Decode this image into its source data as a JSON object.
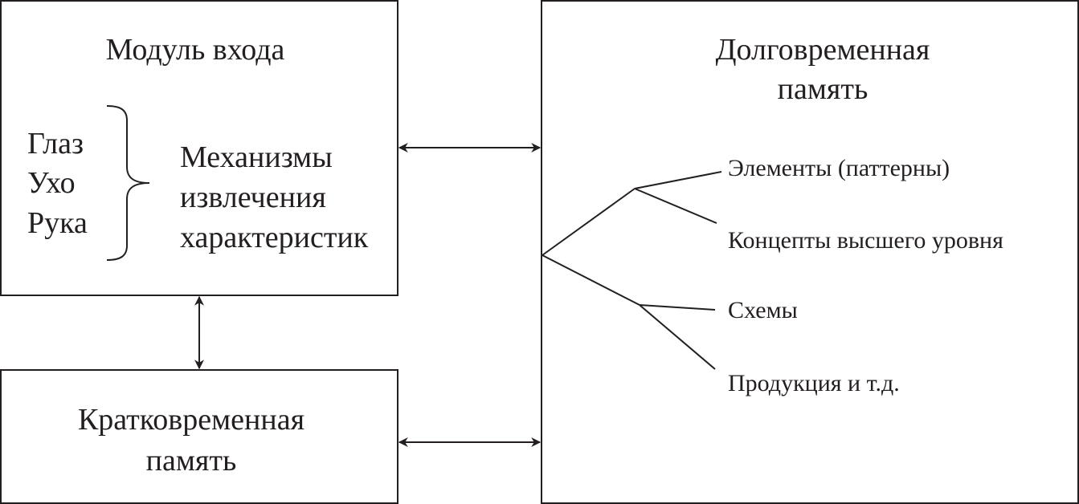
{
  "input_module": {
    "title": "Модуль входа",
    "senses": [
      "Глаз",
      "Ухо",
      "Рука"
    ],
    "mechanisms": [
      "Механизмы",
      "извлечения",
      "характеристик"
    ]
  },
  "short_term_memory": {
    "title_lines": [
      "Кратковременная",
      "память"
    ]
  },
  "long_term_memory": {
    "title_lines": [
      "Долговременная",
      "память"
    ],
    "items": [
      "Элементы (паттерны)",
      "Концепты высшего уровня",
      "Схемы",
      "Продукция и т.д."
    ]
  },
  "colors": {
    "ink": "#231f20",
    "background": "#ffffff"
  },
  "icons": {
    "arrow_ends": "double-headed-arrow",
    "brace": "right-curly-brace"
  }
}
